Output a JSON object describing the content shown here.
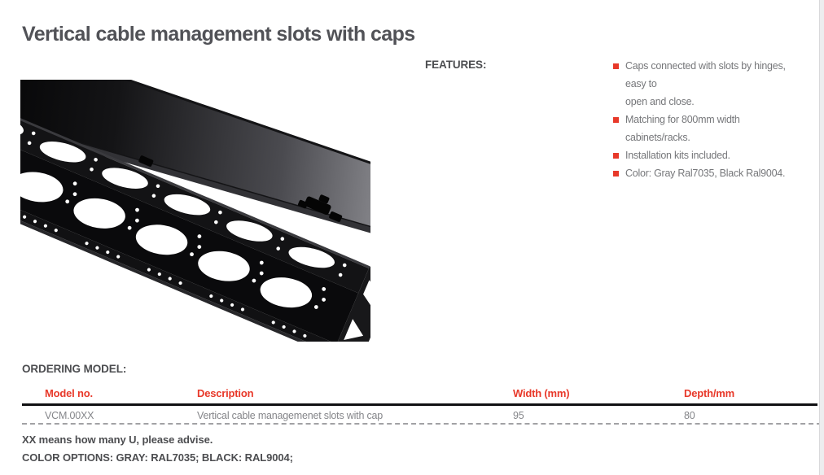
{
  "page": {
    "title": "Vertical cable management slots with caps"
  },
  "features": {
    "heading": "FEATURES:",
    "items": [
      "Caps connected with slots by hinges, easy to\nopen and close.",
      "Matching for 800mm width cabinets/racks.",
      "Installation kits included.",
      "Color: Gray Ral7035, Black Ral9004."
    ]
  },
  "ordering": {
    "heading": "ORDERING MODEL:",
    "table": {
      "columns": [
        "Model no.",
        "Description",
        "Width (mm)",
        "Depth/mm"
      ],
      "rows": [
        [
          "VCM.00XX",
          "Vertical cable managemenet slots with cap",
          "95",
          "80"
        ]
      ]
    },
    "notes": [
      "XX means how many U, please advise.",
      "COLOR OPTIONS: GRAY: RAL7035; BLACK: RAL9004;"
    ]
  },
  "colors": {
    "accent_red": "#e8392a",
    "heading_gray": "#4c4d50",
    "body_gray": "#76777a",
    "value_gray": "#85868a",
    "title_gray": "#515257"
  }
}
